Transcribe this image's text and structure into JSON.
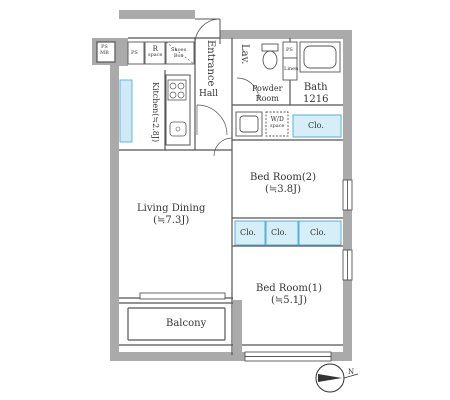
{
  "rooms": {
    "entrance": "Entrance",
    "lav": "Lav.",
    "powder_room": [
      "Powder",
      "Room"
    ],
    "bath": [
      "Bath",
      "1216"
    ],
    "hall": "Hall",
    "kitchen": "Kitchen(≒2.8J)",
    "living_dining": [
      "Living Dining",
      "(≒7.3J)"
    ],
    "bed_room_2": [
      "Bed Room(2)",
      "(≒3.8J)"
    ],
    "bed_room_1": [
      "Bed Room(1)",
      "(≒5.1J)"
    ],
    "balcony": "Balcony"
  },
  "fixtures": {
    "ps_mb": [
      "PS",
      "MB"
    ],
    "ps_left": "PS",
    "ps_right": "PS",
    "r_space": [
      "R",
      "space"
    ],
    "shoes_box": [
      "Shoes",
      "Box"
    ],
    "linen": "Linen",
    "wd_space": [
      "W/D",
      "space"
    ]
  },
  "closets": {
    "clo_hall": "Clo.",
    "clo_bed2_a": "Clo.",
    "clo_bed2_b": "Clo.",
    "clo_bed1": "Clo."
  },
  "compass": {
    "north_label": "N"
  },
  "colors": {
    "wall": "#aaaaaa",
    "line": "#555555",
    "closet_fill": "#d6eef7",
    "closet_stroke": "#4aa8d0",
    "glass": "#cfeaf6"
  }
}
